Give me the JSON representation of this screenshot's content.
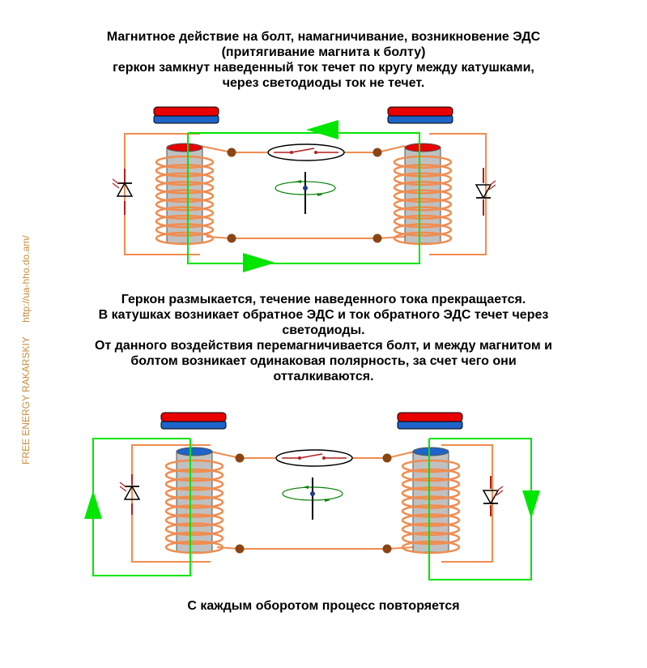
{
  "paragraphs": {
    "top": [
      "Магнитное действие на болт, намагничивание, возникновение ЭДС",
      "(притягивание магнита к болту)",
      "геркон замкнут наведенный ток течет по кругу между катушками,",
      "через светодиоды ток не течет."
    ],
    "middle": [
      "Геркон размыкается, течение наведенного тока прекращается.",
      "В катушках возникает обратное ЭДС и ток обратного  ЭДС течет через",
      "светодиоды.",
      "От данного воздействия перемагничивается болт, и между магнитом и",
      "болтом возникает одинаковая полярность, за счет чего они",
      "отталкиваются."
    ],
    "bottom": [
      "С каждым оборотом процесс повторяется"
    ]
  },
  "vertical_text": {
    "brand": "FREE ENERGY RAKARSKIY",
    "url": "http://ua-hho.do.am/"
  },
  "colors": {
    "magnet_north": "#e80000",
    "magnet_south": "#1e64c8",
    "coil_wire": "#f08c50",
    "bolt": "#c0c0c0",
    "current_path": "#00e600",
    "junction": "#8b4513",
    "led": "#b41e1e",
    "text": "#000000",
    "watermark": "#c88c3c"
  },
  "diagrams": [
    {
      "state": "reed switch closed, current circulates between coils",
      "bolt_top": "#e80000"
    },
    {
      "state": "reed switch open, back EMF current through LEDs",
      "bolt_top": "#1e64c8"
    }
  ]
}
